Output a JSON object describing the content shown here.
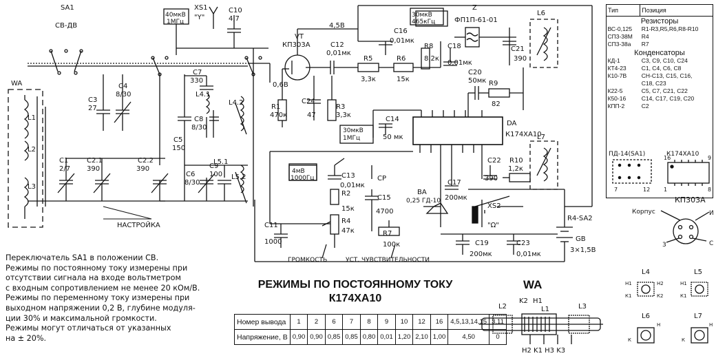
{
  "components": {
    "SA1": "SA1",
    "SA1_sub": "СВ-ДВ",
    "WA": "WA",
    "L1": "L1",
    "L2": "L2",
    "L3": "L3",
    "C1": "C1",
    "C1v": "2/7",
    "C21a": "C2.1",
    "C21v": "390",
    "C3": "C3",
    "C3v": "27",
    "C4": "C4",
    "C4v": "8/30",
    "C7": "C7",
    "C7v": "330",
    "L41": "L4.1",
    "L42": "L4.2",
    "C8": "C8",
    "C8v": "8/30",
    "C5": "C5",
    "C5v": "150",
    "C22a": "C2.2",
    "C22v": "390",
    "C6": "C6",
    "C6v": "8/30",
    "C9": "C9",
    "C9v": "100",
    "L51": "L5.1",
    "L52": "L5.2",
    "tuning": "НАСТРОЙКА",
    "XS1": "XS1",
    "XS1sym": "\"Y\"",
    "sig1a": "40мкВ",
    "sig1b": "1МГц",
    "C10": "C10",
    "C10v": "4,7",
    "VT": "VT",
    "VTtype": "КП303А",
    "v45": "4,5В",
    "v06": "0,6В",
    "C12": "C12",
    "C12v": "0,01мк",
    "R1": "R1",
    "R1v": "470к",
    "C24": "C24",
    "C24v": "47",
    "R3": "R3",
    "R3v": "3,3к",
    "R5": "R5",
    "R5v": "3,3к",
    "C16": "C16",
    "C16v": "0,01мк",
    "R6": "R6",
    "R6v": "15к",
    "R8": "R8",
    "R8v": "8,2к",
    "C18": "C18",
    "C18v": "0,01мк",
    "sig2a": "30мкВ",
    "sig2b": "465кГц",
    "Z": "Z",
    "Ztype": "ФП1П-61-01",
    "C21": "C21",
    "L6": "L6",
    "C20": "C20",
    "C20v": "50мк",
    "R9": "R9",
    "R9v": "82",
    "sig3a": "30мкВ",
    "sig3b": "1МГц",
    "C14": "C14",
    "C14v": "50 мк",
    "DA": "DA",
    "DAtype": "К174ХА10",
    "L7": "L7",
    "C22": "C22",
    "R10": "R10",
    "R10v": "1,2к",
    "sig4a": "4мВ",
    "sig4b": "1000Гц",
    "C13": "C13",
    "C13v": "0,01мк",
    "CP": "СР",
    "R2": "R2",
    "R2v": "15к",
    "R4": "R4",
    "R4v": "47к",
    "C15": "C15",
    "C15v": "4700",
    "C11": "C11",
    "C11v": "1000",
    "R7": "R7",
    "R7v": "100к",
    "volume": "ГРОМКОСТЬ",
    "sens": "УСТ. ЧУВСТВИТЕЛЬНОСТИ",
    "BA": "BA",
    "BAtype": "0,25 ГД-10",
    "C17": "C17",
    "C17v": "200мк",
    "XS2": "XS2",
    "XS2sym": "\"Ω\"",
    "R4SA2": "R4-SA2",
    "GB": "GB",
    "GBv": "3×1,5В",
    "C19": "C19",
    "C19v": "200мк",
    "C23": "C23",
    "C23v": "0,01мк"
  },
  "notes": [
    "Переключатель SA1 в положении СВ.",
    "Режимы по постоянному току измерены при",
    "отсутствии сигнала на входе вольтметром",
    "с входным сопротивлением не менее 20 кОм/В.",
    "Режимы по переменному току измерены при",
    "выходном напряжении 0,2 В, глубине модуля-",
    "ции 30% и максимальной громкости.",
    "Режимы могут отличаться от указанных",
    "на ± 20%."
  ],
  "modes": {
    "title1": "РЕЖИМЫ ПО ПОСТОЯННОМУ ТОКУ",
    "title2": "К174ХА10",
    "row1_label": "Номер вывода",
    "row2_label": "Напряжение, В",
    "pins": [
      "1",
      "2",
      "6",
      "7",
      "8",
      "9",
      "10",
      "12",
      "16",
      "4,5,13,14,15",
      "3,11"
    ],
    "volts": [
      "0,90",
      "0,90",
      "0,85",
      "0,85",
      "0,80",
      "0,01",
      "1,20",
      "2,10",
      "1,00",
      "4,50",
      "0"
    ]
  },
  "wa": {
    "title": "WA",
    "L1": "L1",
    "L2": "L2",
    "L3": "L3",
    "K2": "K2",
    "H1": "H1",
    "bottom": "H2  K1  H3  K3"
  },
  "parts_table": {
    "col1": "Тип",
    "col2": "Позиция",
    "resistors": "Резисторы",
    "res_rows": [
      [
        "ВС-0,125",
        "R1-R3,R5,R6,R8-R10"
      ],
      [
        "СП3-38М",
        "R4"
      ],
      [
        "СП3-38а",
        "R7"
      ]
    ],
    "capacitors": "Конденсаторы",
    "cap_rows": [
      [
        "КД-1",
        "C3, C9, C10, C24"
      ],
      [
        "КТ4-23",
        "C1, C4, C6, C8"
      ],
      [
        "К10-7В",
        "СН-С13, С15, С16,"
      ],
      [
        "",
        "С18, С23"
      ],
      [
        "К22-5",
        "C5, C7, C21, C22"
      ],
      [
        "К50-16",
        "C14, C17, C19, C20"
      ],
      [
        "КПП-2",
        "C2"
      ]
    ]
  },
  "pinouts": {
    "pd": "ПД-14(SA1)",
    "chip": "К174ХА10",
    "pd7": "7",
    "pd12": "12",
    "chip16": "16",
    "chip9": "9",
    "chip1": "1",
    "chip8": "8",
    "kp": "КП303А",
    "korpus": "Корпус",
    "kpI": "И",
    "kp3": "3",
    "kpC": "С"
  },
  "coils": {
    "L4": "L4",
    "L5": "L5",
    "L6": "L6",
    "L7": "L7",
    "H1": "Н1",
    "H2": "Н2",
    "K1": "К1",
    "K2": "К2",
    "H": "Н",
    "K": "К"
  }
}
